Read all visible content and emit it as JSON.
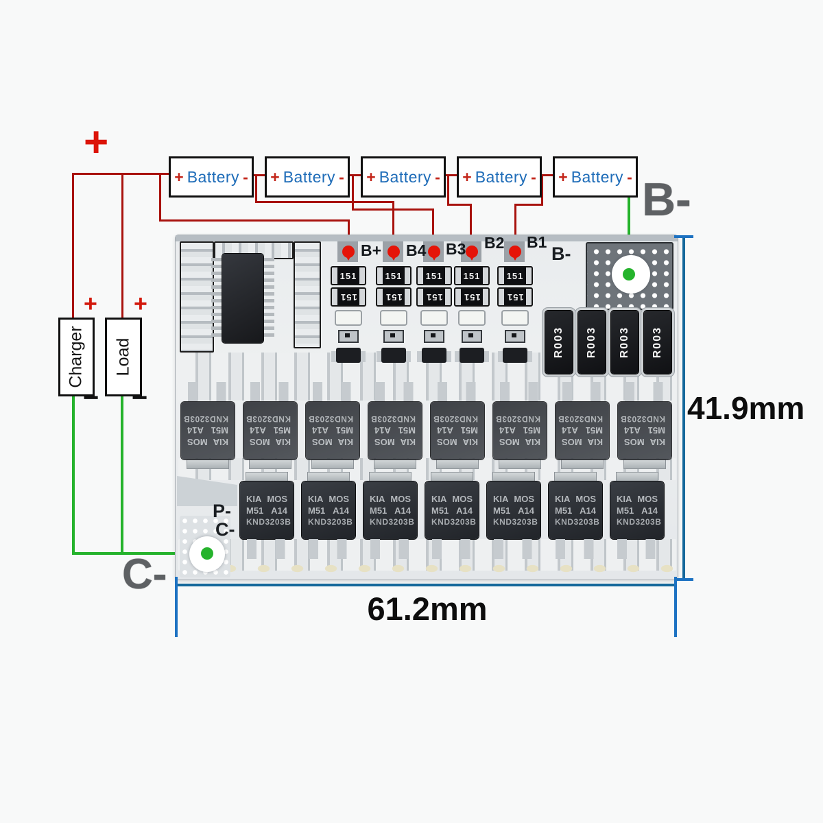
{
  "labels": {
    "pack_plus": "+",
    "big_b_minus": "B-",
    "big_c_minus": "C-"
  },
  "batteries": [
    {
      "plus": "+",
      "label": "Battery",
      "minus": "-"
    },
    {
      "plus": "+",
      "label": "Battery",
      "minus": "-"
    },
    {
      "plus": "+",
      "label": "Battery",
      "minus": "-"
    },
    {
      "plus": "+",
      "label": "Battery",
      "minus": "-"
    },
    {
      "plus": "+",
      "label": "Battery",
      "minus": "-"
    }
  ],
  "charger": {
    "label": "Charger",
    "plus": "+",
    "minus": "−"
  },
  "load": {
    "label": "Load",
    "plus": "+",
    "minus": "−"
  },
  "board": {
    "pad_labels": [
      "B+",
      "B4",
      "B3",
      "B2",
      "B1"
    ],
    "silk_b_minus": "B-",
    "silk_p_minus": "P-",
    "silk_c_minus": "C-",
    "resistor_label": "151",
    "shunt_label": "R003",
    "mosfet": {
      "l1a": "KIA",
      "l1b": "MOS",
      "l2a": "M51",
      "l2b": "A14",
      "l3": "KND3203B"
    }
  },
  "dimensions": {
    "height_label": "41.9mm",
    "width_label": "61.2mm"
  },
  "colors": {
    "wire_red": "#a8120d",
    "arrow_red": "#e51408",
    "battery_blue": "#1e6cb8",
    "wire_green": "#25b32c",
    "dimension_blue": "#15689b",
    "label_gray": "#5e6164"
  }
}
